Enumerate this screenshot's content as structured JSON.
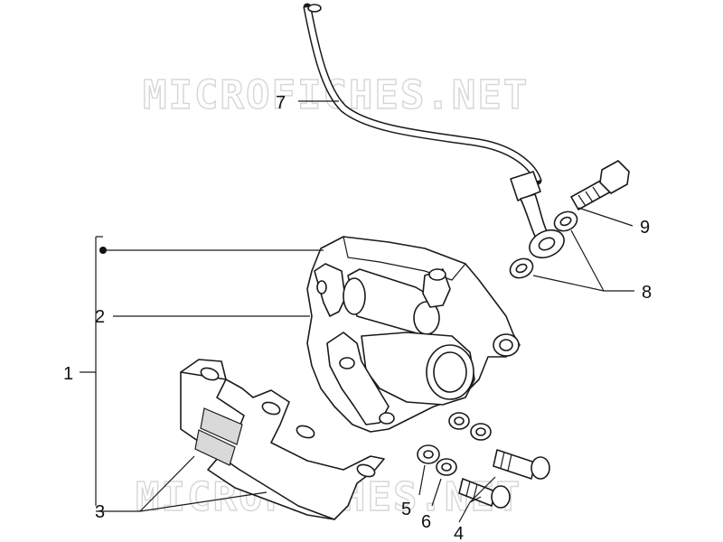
{
  "diagram": {
    "watermark": "MICROFICHES.NET",
    "colors": {
      "line": "#1a1a1a",
      "watermark": "#d6d6d6",
      "background": "#ffffff"
    },
    "callouts": [
      {
        "id": "c1",
        "label": "1"
      },
      {
        "id": "c2",
        "label": "2"
      },
      {
        "id": "c3",
        "label": "3"
      },
      {
        "id": "c4",
        "label": "4"
      },
      {
        "id": "c5",
        "label": "5"
      },
      {
        "id": "c6",
        "label": "6"
      },
      {
        "id": "c7",
        "label": "7"
      },
      {
        "id": "c8",
        "label": "8"
      },
      {
        "id": "c9",
        "label": "9"
      }
    ]
  }
}
